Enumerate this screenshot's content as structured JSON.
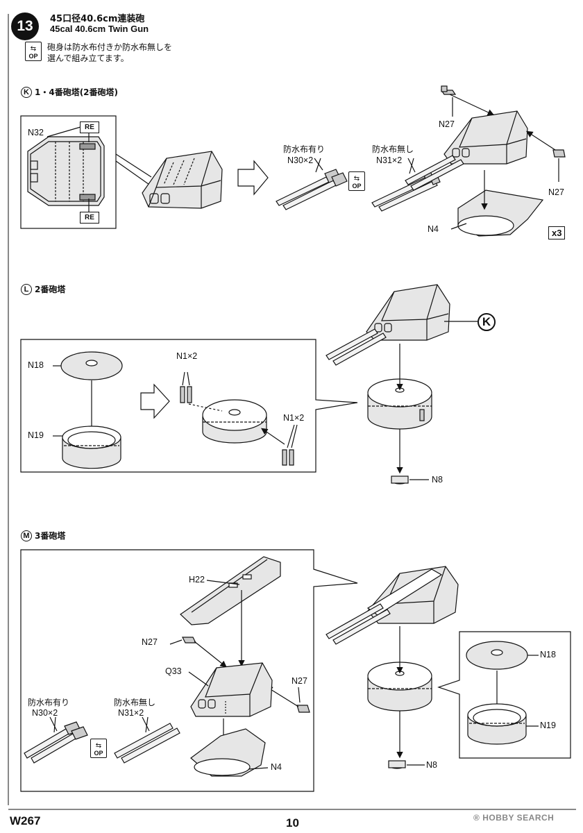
{
  "header": {
    "step_number": "13",
    "title_jp": "45口径40.6cm連装砲",
    "title_en": "45cal 40.6cm Twin Gun",
    "option_icon_label": "OP",
    "note_line1": "砲身は防水布付きか防水布無しを",
    "note_line2": "選んで組み立てます。"
  },
  "section_k": {
    "letter": "K",
    "title": "1・4番砲塔(2番砲塔)",
    "part_n32": "N32",
    "re_label": "RE",
    "cover_with_label": "防水布有り",
    "cover_with_part": "N30×2",
    "cover_without_label": "防水布無し",
    "cover_without_part": "N31×2",
    "part_n27": "N27",
    "part_n4": "N4",
    "quantity": "x3"
  },
  "section_l": {
    "letter": "L",
    "title": "2番砲塔",
    "ref_letter": "K",
    "part_n18": "N18",
    "part_n19": "N19",
    "part_n1": "N1×2",
    "part_n8": "N8"
  },
  "section_m": {
    "letter": "M",
    "title": "3番砲塔",
    "part_h22": "H22",
    "part_n27": "N27",
    "part_q33": "Q33",
    "cover_with_label": "防水布有り",
    "cover_with_part": "N30×2",
    "cover_without_label": "防水布無し",
    "cover_without_part": "N31×2",
    "part_n4": "N4",
    "part_n18": "N18",
    "part_n19": "N19",
    "part_n8": "N8"
  },
  "footer": {
    "code": "W267",
    "page": "10",
    "watermark": "HOBBY SEARCH"
  }
}
